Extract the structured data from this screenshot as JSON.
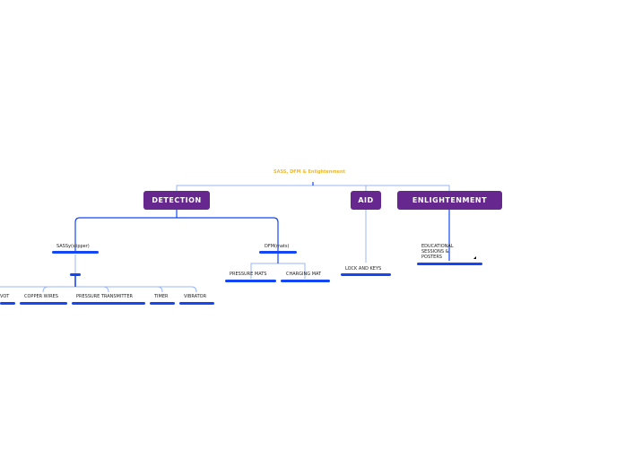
{
  "root": {
    "label": "SASS, DFM & Enlightenment",
    "color": "#f0b92e"
  },
  "main": {
    "detection": "DETECTION",
    "aid": "AID",
    "enlightenment": "ENLIGHTENMENT",
    "color": "#66288e"
  },
  "detection": {
    "sassy": "SASSy(slipper)",
    "dfm": "DFM(mats)",
    "sassy_children": [
      "VOT",
      "COPPER WIRES",
      "PRESSURE TRANSMITTER",
      "TIMER",
      "VIBRATOR"
    ],
    "dfm_children": [
      "PRESSURE MATS",
      "CHARGING MAT"
    ]
  },
  "aid": {
    "child": "LOCK AND KEYS"
  },
  "enlightenment": {
    "child": "EDUCATIONAL SESSIONS & POSTERS"
  }
}
